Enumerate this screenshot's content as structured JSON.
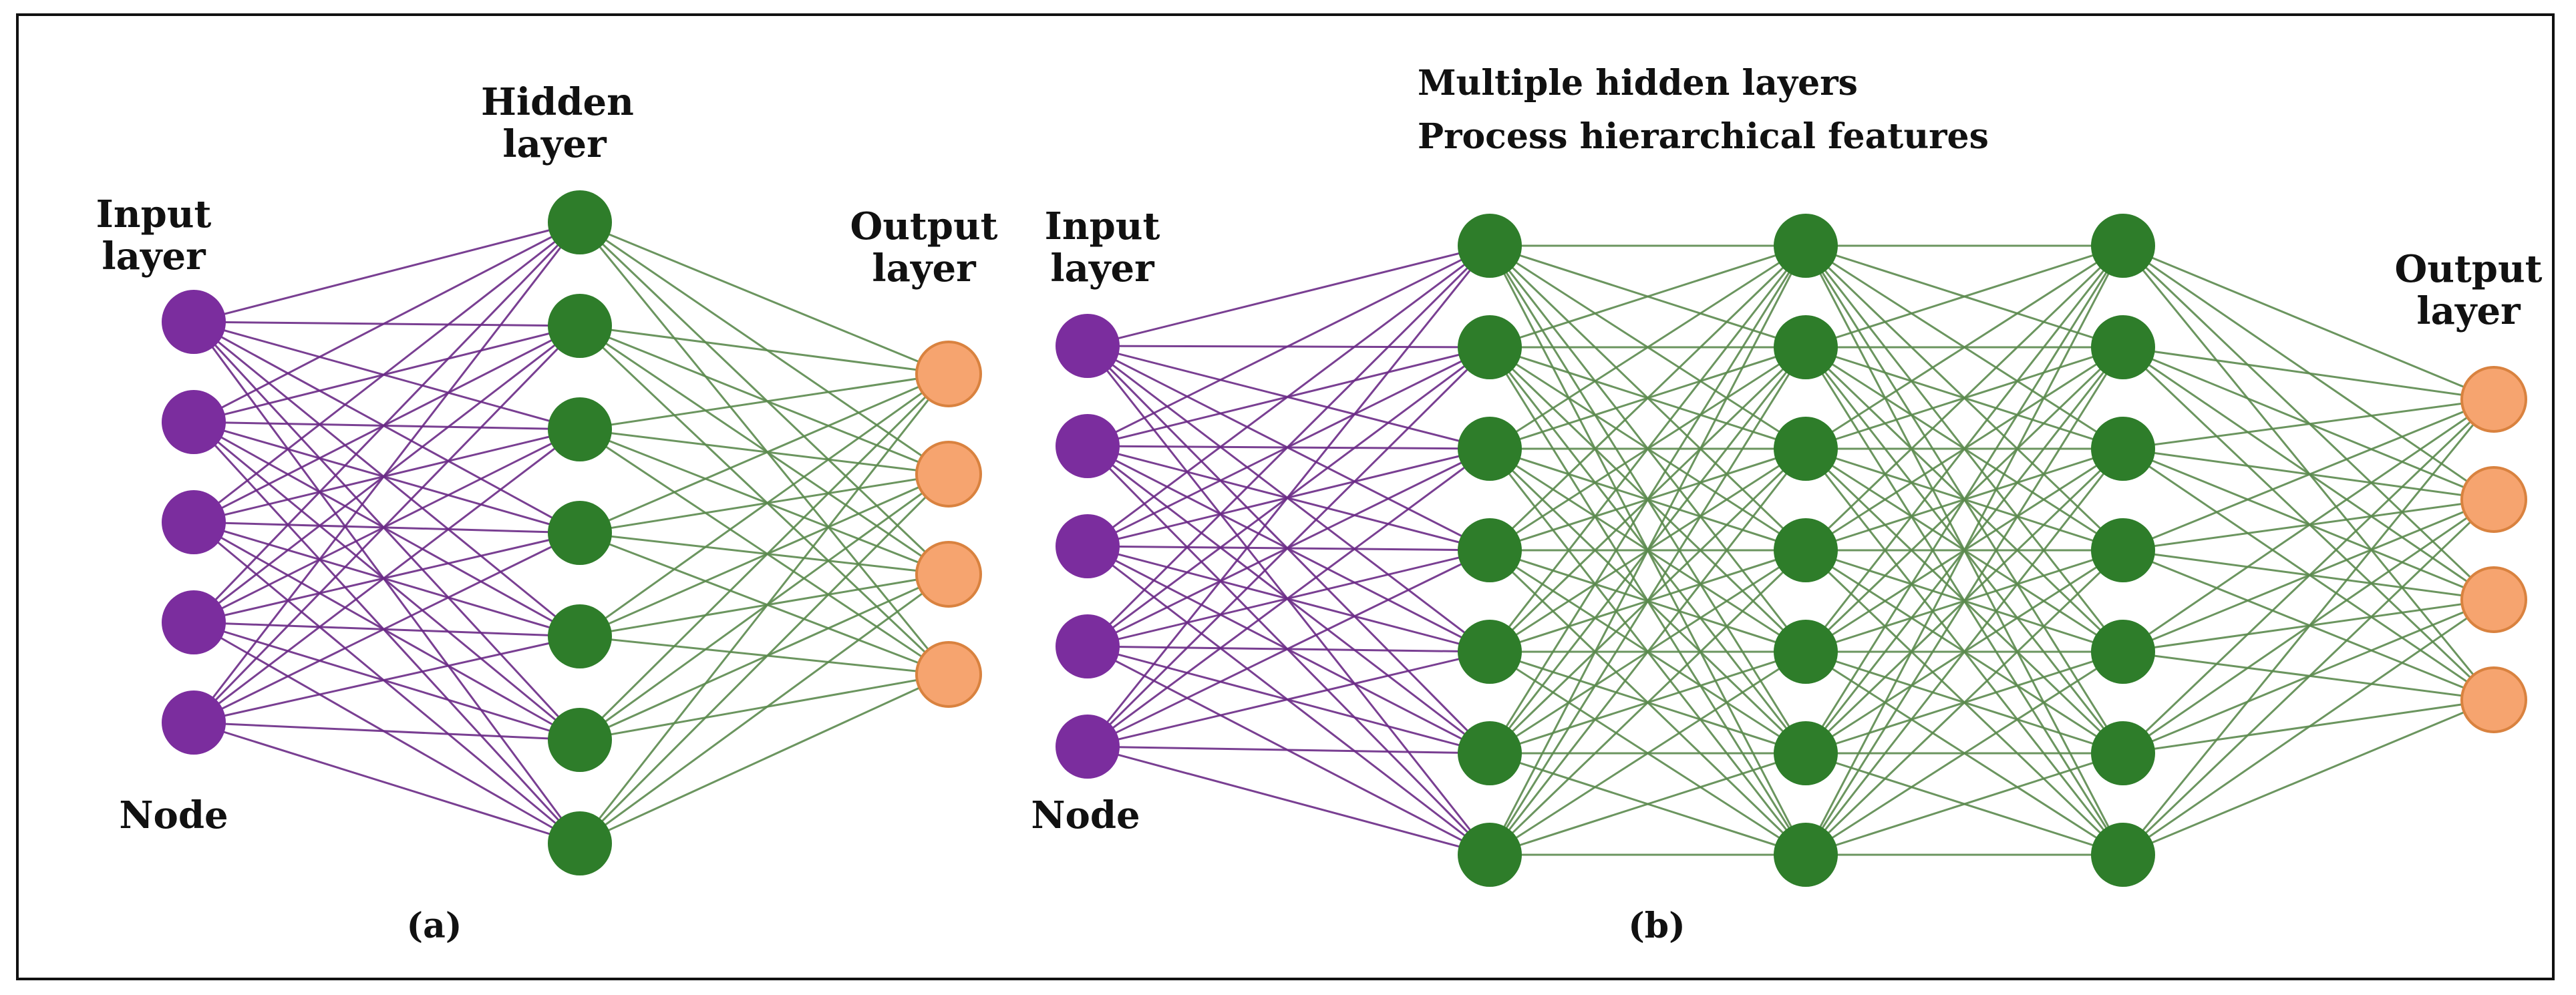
{
  "panel_a": {
    "input_label_line1": "Input",
    "input_label_line2": "layer",
    "hidden_label_line1": "Hidden",
    "hidden_label_line2": "layer",
    "output_label_line1": "Output",
    "output_label_line2": "layer",
    "node_label": "Node",
    "caption": "(a)",
    "layer_sizes": [
      5,
      7,
      4
    ]
  },
  "panel_b": {
    "title_line1": "Multiple hidden layers",
    "title_line2": "Process hierarchical features",
    "input_label_line1": "Input",
    "input_label_line2": "layer",
    "output_label_line1": "Output",
    "output_label_line2": "layer",
    "node_label": "Node",
    "caption": "(b)",
    "layer_sizes": [
      5,
      7,
      7,
      7,
      4
    ]
  },
  "colors": {
    "input_node": "#7b2d9e",
    "hidden_node": "#2e7d2a",
    "output_node": "#f6a46f",
    "output_node_stroke": "#d9823f",
    "input_edge": "#6a2a86",
    "hidden_edge": "#5b8a4e"
  }
}
